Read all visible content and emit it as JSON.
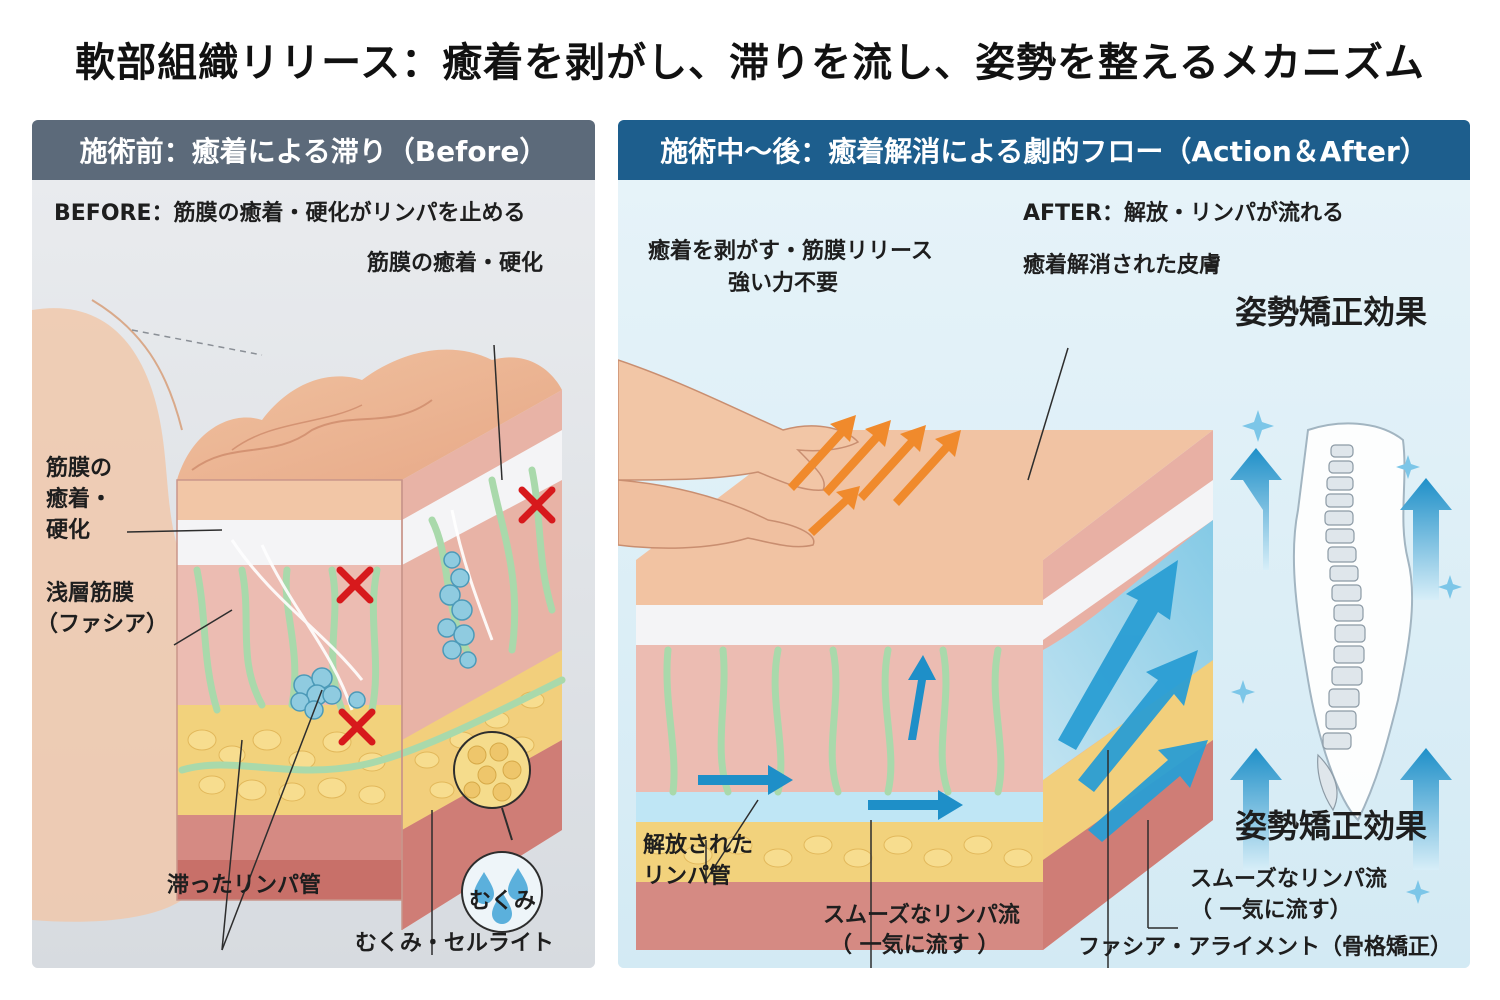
{
  "title": "軟部組織リリース：癒着を剥がし、滞りを流し、姿勢を整えるメカニズム",
  "before": {
    "header": "施術前：癒着による滞り（Before）",
    "subtitle": "BEFORE：筋膜の癒着・硬化がリンパを止める",
    "label_fascia_adhesion_top": "筋膜の癒着・硬化",
    "label_fascia_adhesion_side_l1": "筋膜の",
    "label_fascia_adhesion_side_l2": "癒着・",
    "label_fascia_adhesion_side_l3": "硬化",
    "label_superficial_fascia_l1": "浅層筋膜",
    "label_superficial_fascia_l2": "（ファシア）",
    "label_stagnant_lymph": "滞ったリンパ管",
    "label_swelling": "むくみ",
    "label_swelling_cellulite": "むくみ・セルライト"
  },
  "after": {
    "header": "施術中〜後：癒着解消による劇的フロー（Action＆After）",
    "subtitle": "AFTER：解放・リンパが流れる",
    "label_release_l1": "癒着を剥がす・筋膜リリース",
    "label_release_l2": "強い力不要",
    "label_released_skin": "癒着解消された皮膚",
    "label_posture_top": "姿勢矯正効果",
    "label_posture_bottom": "姿勢矯正効果",
    "label_released_lymph_l1": "解放された",
    "label_released_lymph_l2": "リンパ管",
    "label_smooth_flow_center_l1": "スムーズなリンパ流",
    "label_smooth_flow_center_l2": "（ 一気に流す ）",
    "label_smooth_flow_right_l1": "スムーズなリンパ流",
    "label_smooth_flow_right_l2": "（ 一気に流す）",
    "label_alignment": "ファシア・アライメント（骨格矯正）"
  },
  "colors": {
    "before_header": "#5c6a7a",
    "after_header": "#1d5e8d",
    "x_mark": "#d7191c",
    "lymph_green": "#a8d8a8",
    "flow_blue": "#1e8fc8",
    "arrow_orange": "#f08a2c",
    "skin": "#f2c9a8",
    "fat": "#f3d27a",
    "muscle": "#d98b84"
  },
  "icons": [
    "x-mark-icon",
    "water-drop-icon",
    "spine-icon",
    "sparkle-icon",
    "up-arrow-icon"
  ]
}
